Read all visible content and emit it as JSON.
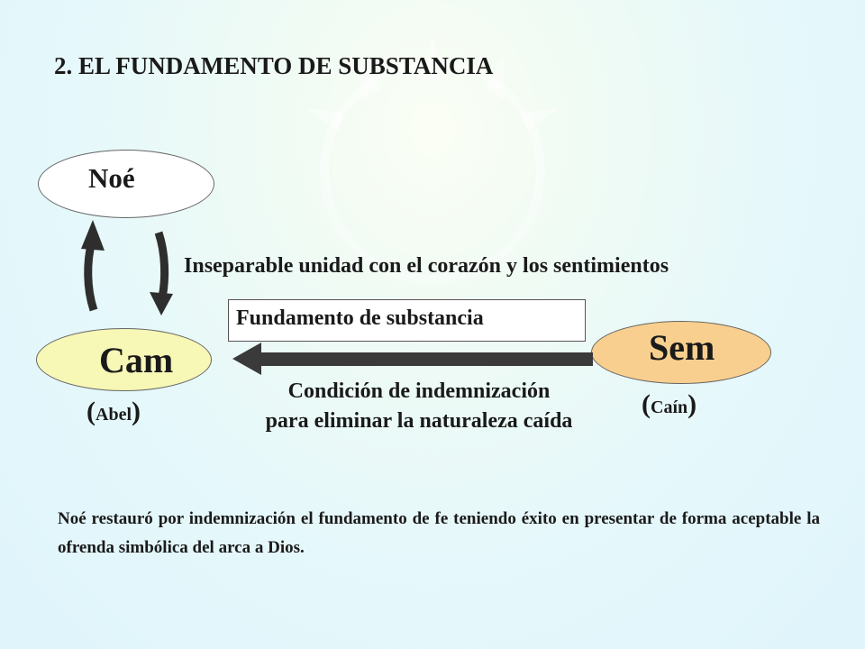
{
  "title": "2. EL FUNDAMENTO DE SUBSTANCIA",
  "nodes": {
    "noe": "Noé",
    "cam": "Cam",
    "sem": "Sem"
  },
  "roles": {
    "cam_role": "Abel",
    "sem_role": "Caín",
    "open_paren": "(",
    "close_paren": ")"
  },
  "unity_text": "Inseparable unidad con el corazón y los sentimientos",
  "box_label": "Fundamento de substancia",
  "condition": {
    "line1": "Condición de indemnización",
    "line2": "para eliminar la naturaleza caída"
  },
  "paragraph": "Noé restauró por indemnización el fundamento de fe teniendo éxito en presentar de forma aceptable la ofrenda simbólica del arca a Dios.",
  "colors": {
    "cam_fill": "#f7f7b6",
    "sem_fill": "#f8cf8e",
    "arrow": "#3a3a3a"
  }
}
